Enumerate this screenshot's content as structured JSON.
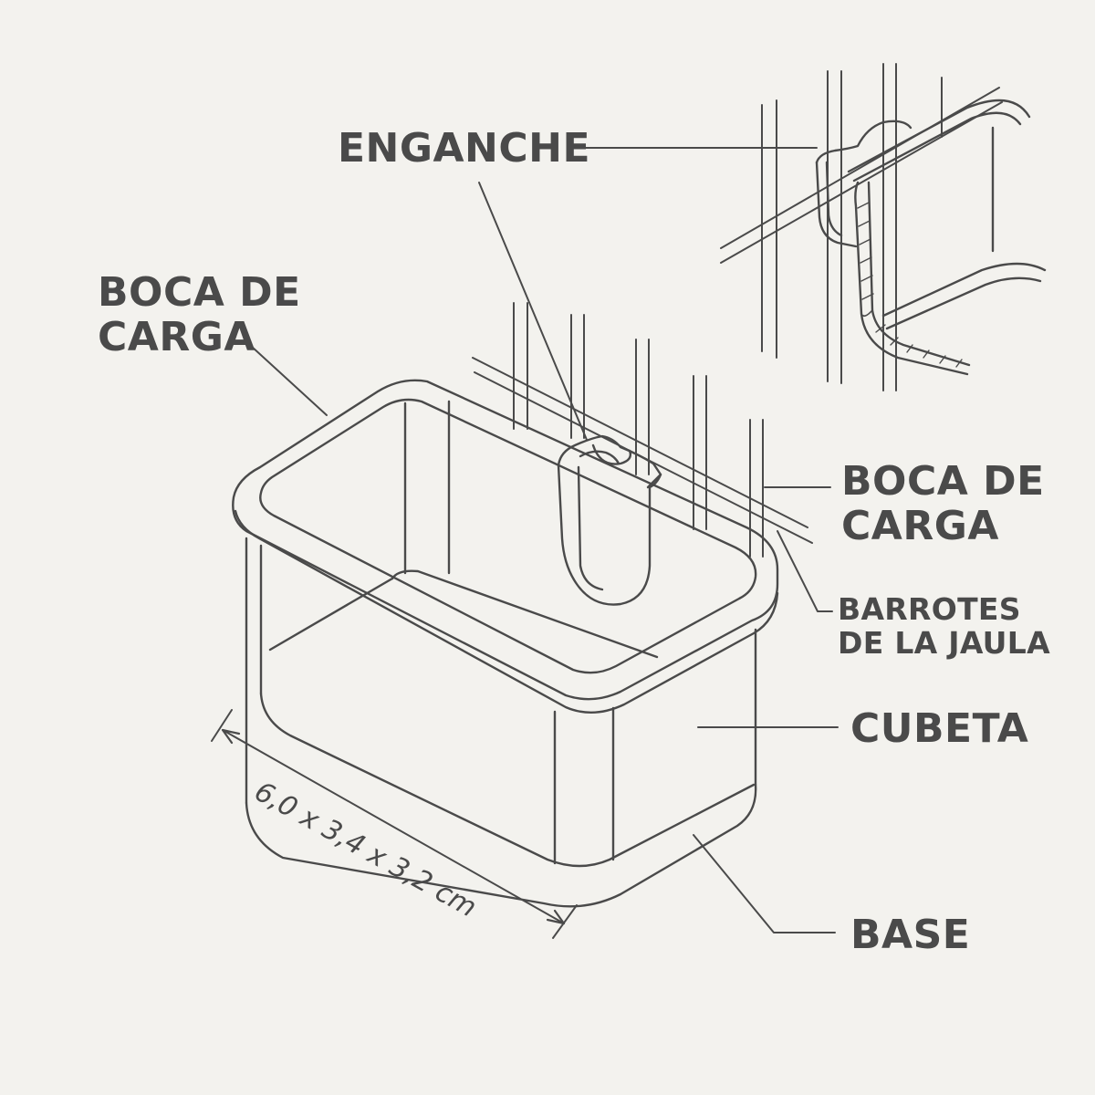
{
  "labels": {
    "enganche": "ENGANCHE",
    "boca_left": [
      "BOCA DE",
      "CARGA"
    ],
    "boca_right": [
      "BOCA DE",
      "CARGA"
    ],
    "barrotes": [
      "BARROTES",
      "DE LA JAULA"
    ],
    "cubeta": "CUBETA",
    "base": "BASE"
  },
  "dimensions": "6,0 x 3,4 x 3,2 cm",
  "colors": {
    "background": "#f3f2ee",
    "ink": "#4a4a4a"
  }
}
